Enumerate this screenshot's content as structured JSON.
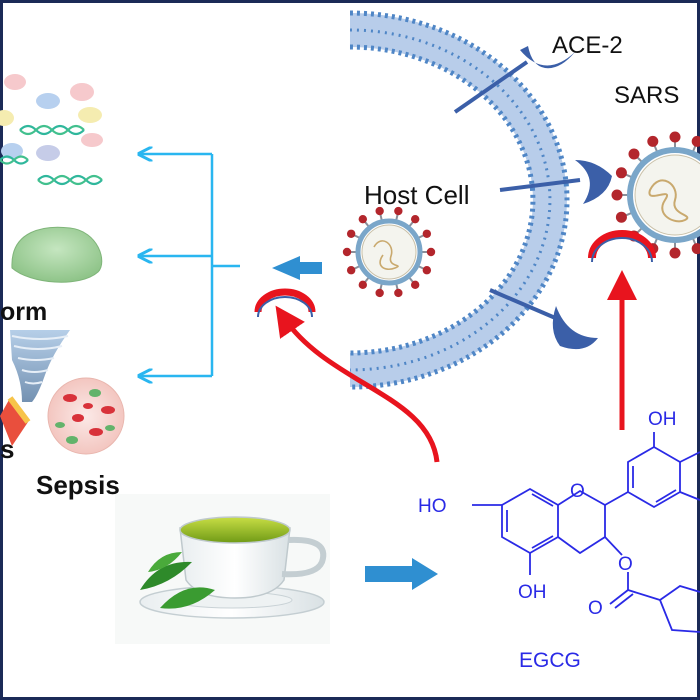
{
  "labels": {
    "ace2": "ACE-2",
    "sars": "SARS",
    "host_cell": "Host Cell",
    "storm": "orm",
    "sepsis": "Sepsis",
    "partial_s": "s",
    "egcg": "EGCG"
  },
  "chem": {
    "oh_top": "OH",
    "ho_left": "HO",
    "oh_bottom": "OH",
    "o_ring": "O",
    "o_ester": "O",
    "o_carbonyl": "O"
  },
  "colors": {
    "membrane": "#b8cdea",
    "membrane_dot": "#4f86c6",
    "receptor": "#3b5fa8",
    "inhibit_arrow": "#e8141e",
    "pathway_arrow": "#29b6f0",
    "block_arrow": "#2f8fd1",
    "chem_blue": "#2a2ae6",
    "border": "#1b2a57"
  }
}
